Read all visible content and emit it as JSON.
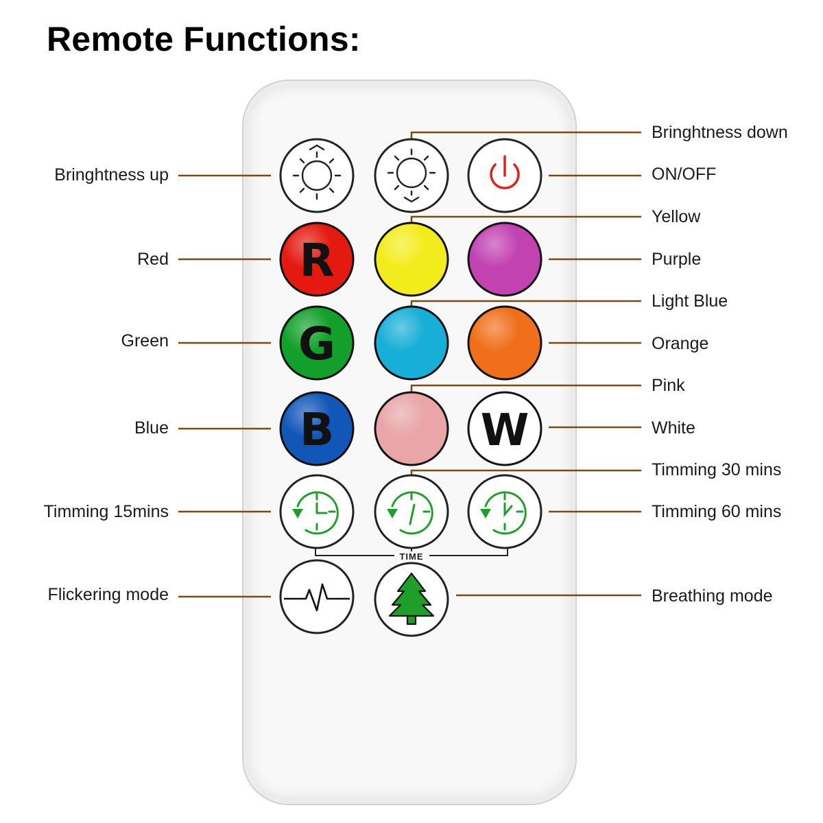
{
  "title": "Remote Functions:",
  "labels": {
    "brightness_up": "Bringhtness up",
    "brightness_down": "Bringhtness down",
    "on_off": "ON/OFF",
    "red": "Red",
    "yellow": "Yellow",
    "purple": "Purple",
    "green": "Green",
    "light_blue": "Light Blue",
    "orange": "Orange",
    "blue": "Blue",
    "pink": "Pink",
    "white": "White",
    "timer_15": "Timming 15mins",
    "timer_30": "Timming 30 mins",
    "timer_60": "Timming 60 mins",
    "flicker": "Flickering mode",
    "breathing": "Breathing mode"
  },
  "keys": {
    "red_letter": "R",
    "green_letter": "G",
    "blue_letter": "B",
    "white_letter": "W",
    "time_label": "TIME"
  },
  "colors": {
    "red": "#e41a10",
    "yellow": "#f3ec1c",
    "purple": "#c242b2",
    "green": "#12a02a",
    "light_blue": "#17aed8",
    "orange": "#ef6f1a",
    "blue": "#1257b8",
    "pink": "#e9a5a7",
    "white": "#ffffff",
    "power_icon": "#d9231b",
    "timer_icon": "#1f9e2c",
    "tree_icon": "#1f9e2c",
    "leader_line": "#7a4a12"
  },
  "icons": {
    "brightness_up": "sun-up-icon",
    "brightness_down": "sun-down-icon",
    "on_off": "power-icon",
    "timers": "clock-icon",
    "flicker": "pulse-wave-icon",
    "breathing": "tree-icon"
  }
}
